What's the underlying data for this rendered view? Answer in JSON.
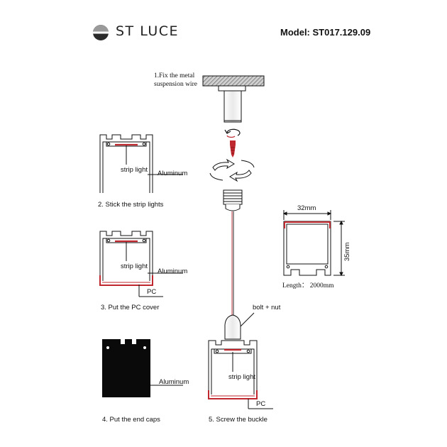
{
  "brand": {
    "name": "ST LUCE",
    "logo": "st-luce-logo-icon"
  },
  "model": "Model: ST017.129.09",
  "colors": {
    "accent": "#c0282f",
    "line": "#1a1a1a",
    "cap": "#0a0a0a"
  },
  "steps": {
    "step1_line1": "1.Fix the metal",
    "step1_line2": "suspension wire",
    "step2": "2.  Stick the strip lights",
    "step3": "3.  Put the PC cover",
    "step4": "4.  Put the end caps",
    "step5": "5.  Screw the buckle"
  },
  "labels": {
    "strip_light": "strip light",
    "aluminum": "Aluminum",
    "pc": "PC",
    "bolt_nut": "bolt + nut"
  },
  "dimensions": {
    "width": "32mm",
    "height": "35mm",
    "length": "Length： 2000mm"
  }
}
